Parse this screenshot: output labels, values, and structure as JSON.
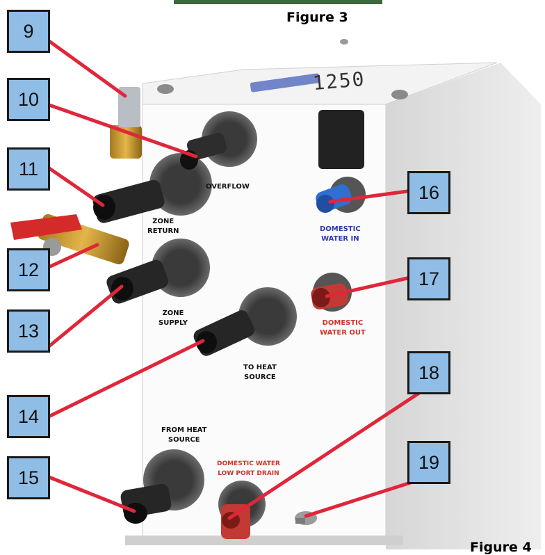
{
  "figures": {
    "top": "Figure 3",
    "bottom": "Figure 4"
  },
  "brand": {
    "model": "1250"
  },
  "callouts": [
    "9",
    "10",
    "11",
    "12",
    "13",
    "14",
    "15",
    "16",
    "17",
    "18",
    "19"
  ],
  "port_labels": {
    "overflow": "OVERFLOW",
    "zone_return": "ZONE\nRETURN",
    "zone_supply": "ZONE\nSUPPLY",
    "to_heat_source": "TO HEAT\nSOURCE",
    "from_heat_source": "FROM HEAT\nSOURCE",
    "domestic_water_in": "DOMESTIC\nWATER IN",
    "domestic_water_out": "DOMESTIC\nWATER OUT",
    "low_port_drain": "DOMESTIC WATER\nLOW PORT DRAIN"
  },
  "colors": {
    "callout_fill": "#8fbde6",
    "leader_line": "#e0263a",
    "domestic_in": "#2f6fcf",
    "domestic_out": "#c23a33",
    "label_blue": "#2b3aa8",
    "label_red": "#d0342c"
  }
}
